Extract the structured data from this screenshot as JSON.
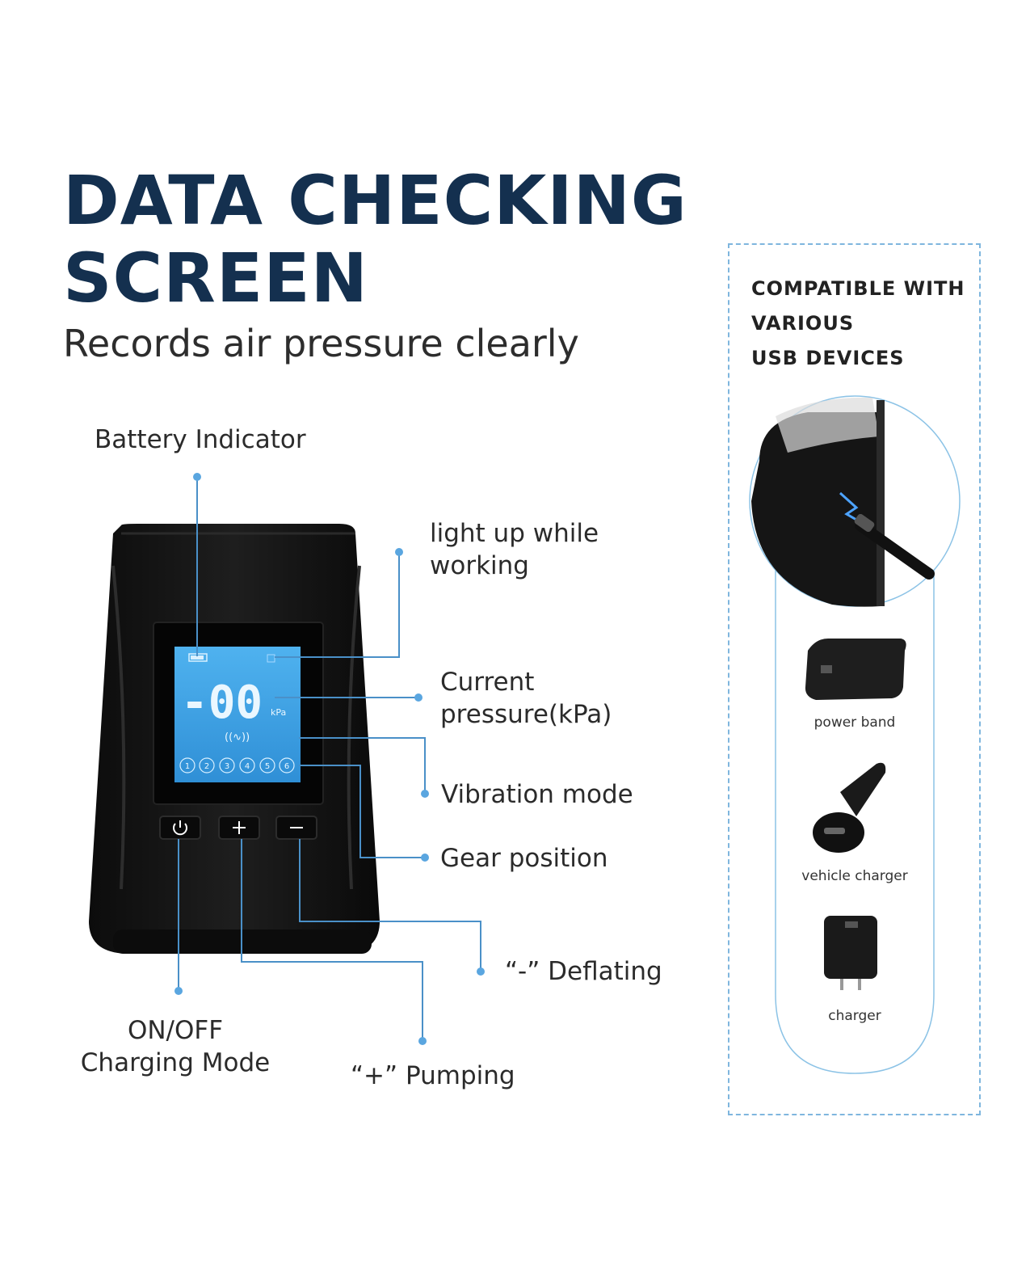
{
  "header": {
    "title_line1": "DATA CHECKING",
    "title_line2": "SCREEN",
    "subtitle": "Records air pressure clearly"
  },
  "display": {
    "reading": "-00",
    "unit": "kPa",
    "gears": [
      "1",
      "2",
      "3",
      "4",
      "5",
      "6"
    ]
  },
  "callouts": {
    "battery": "Battery Indicator",
    "light_line1": "light up while",
    "light_line2": "working",
    "pressure_line1": "Current",
    "pressure_line2": "pressure(kPa)",
    "vibration": "Vibration mode",
    "gear": "Gear position",
    "deflating": "“-” Deflating",
    "pumping": "“+” Pumping",
    "onoff_line1": "ON/OFF",
    "onoff_line2": "Charging Mode"
  },
  "side_panel": {
    "title_line1": "COMPATIBLE WITH",
    "title_line2": "VARIOUS",
    "title_line3": "USB DEVICES",
    "devices": [
      "power band",
      "vehicle charger",
      "charger"
    ]
  },
  "colors": {
    "title": "#14304f",
    "accent_line": "#4a90c8",
    "screen": "#3f9fe0",
    "device_body": "#141414",
    "panel_border": "#7fb6de"
  }
}
